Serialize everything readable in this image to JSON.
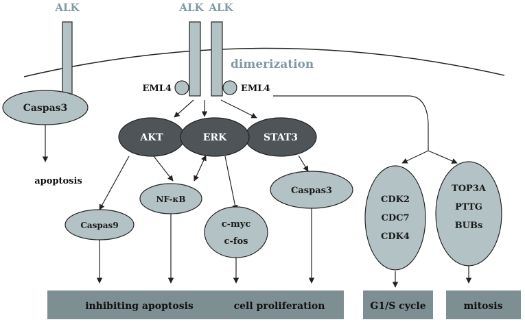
{
  "receptors": {
    "alk_left": "ALK",
    "alk_pair_a": "ALK",
    "alk_pair_b": "ALK",
    "dimerization": "dimerization",
    "eml4_left": "EML4",
    "eml4_right": "EML4"
  },
  "nodes": {
    "caspas3_top": "Caspas3",
    "apoptosis": "apoptosis",
    "akt": "AKT",
    "erk": "ERK",
    "stat3": "STAT3",
    "nfkb": "NF-κB",
    "caspas9": "Caspas9",
    "cmyc": "c-myc",
    "cfos": "c-fos",
    "caspas3_right": "Caspas3",
    "cdk2": "CDK2",
    "cdc7": "CDC7",
    "cdk4": "CDK4",
    "top3a": "TOP3A",
    "pttg": "PTTG",
    "bubs": "BUBs"
  },
  "outcomes": {
    "inhibiting_apoptosis": "inhibiting apoptosis",
    "cell_proliferation": "cell proliferation",
    "g1s_cycle": "G1/S cycle",
    "mitosis": "mitosis"
  },
  "colors": {
    "light_node": "#b3c2c4",
    "dark_node": "#4e5458",
    "bar": "#7e8f94",
    "stroke": "#222222",
    "alk_text": "#7f9aa3"
  }
}
